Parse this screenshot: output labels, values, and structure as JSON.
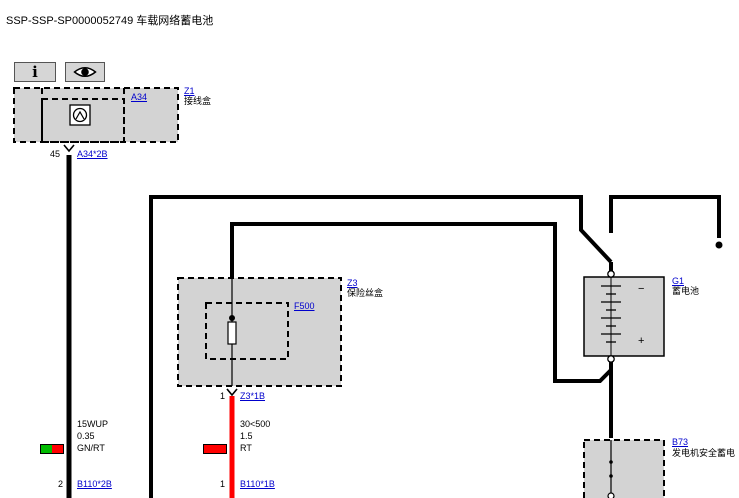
{
  "page": {
    "title": "SSP-SSP-SP0000052749 车载网络蓄电池"
  },
  "toolbar": {
    "info_icon": "info-icon",
    "view_icon": "eye-icon",
    "info_glyph": "i"
  },
  "colors": {
    "box_fill": "#d3d3d3",
    "wire_black": "#000000",
    "wire_red": "#ff0000",
    "swatch_green": "#00bb00",
    "swatch_red": "#ff0000",
    "link": "#0000cc"
  },
  "components": {
    "z1": {
      "id": "Z1",
      "name": "接线盒",
      "sub": "A34"
    },
    "z3": {
      "id": "Z3",
      "name": "保险丝盒",
      "sub": "F500"
    },
    "g1": {
      "id": "G1",
      "name": "蓄电池",
      "minus": "−",
      "plus": "+"
    },
    "b73": {
      "id": "B73",
      "name": "发电机安全蓄电"
    }
  },
  "wires": {
    "w1": {
      "pin_top": "45",
      "conn_top": "A34*2B",
      "signal": "15WUP",
      "size": "0.35",
      "color": "GN/RT",
      "pin_bottom": "2",
      "conn_bottom": "B110*2B"
    },
    "w2": {
      "pin_top": "1",
      "conn_top": "Z3*1B",
      "signal": "30<500",
      "size": "1.5",
      "color": "RT",
      "pin_bottom": "1",
      "conn_bottom": "B110*1B"
    }
  }
}
